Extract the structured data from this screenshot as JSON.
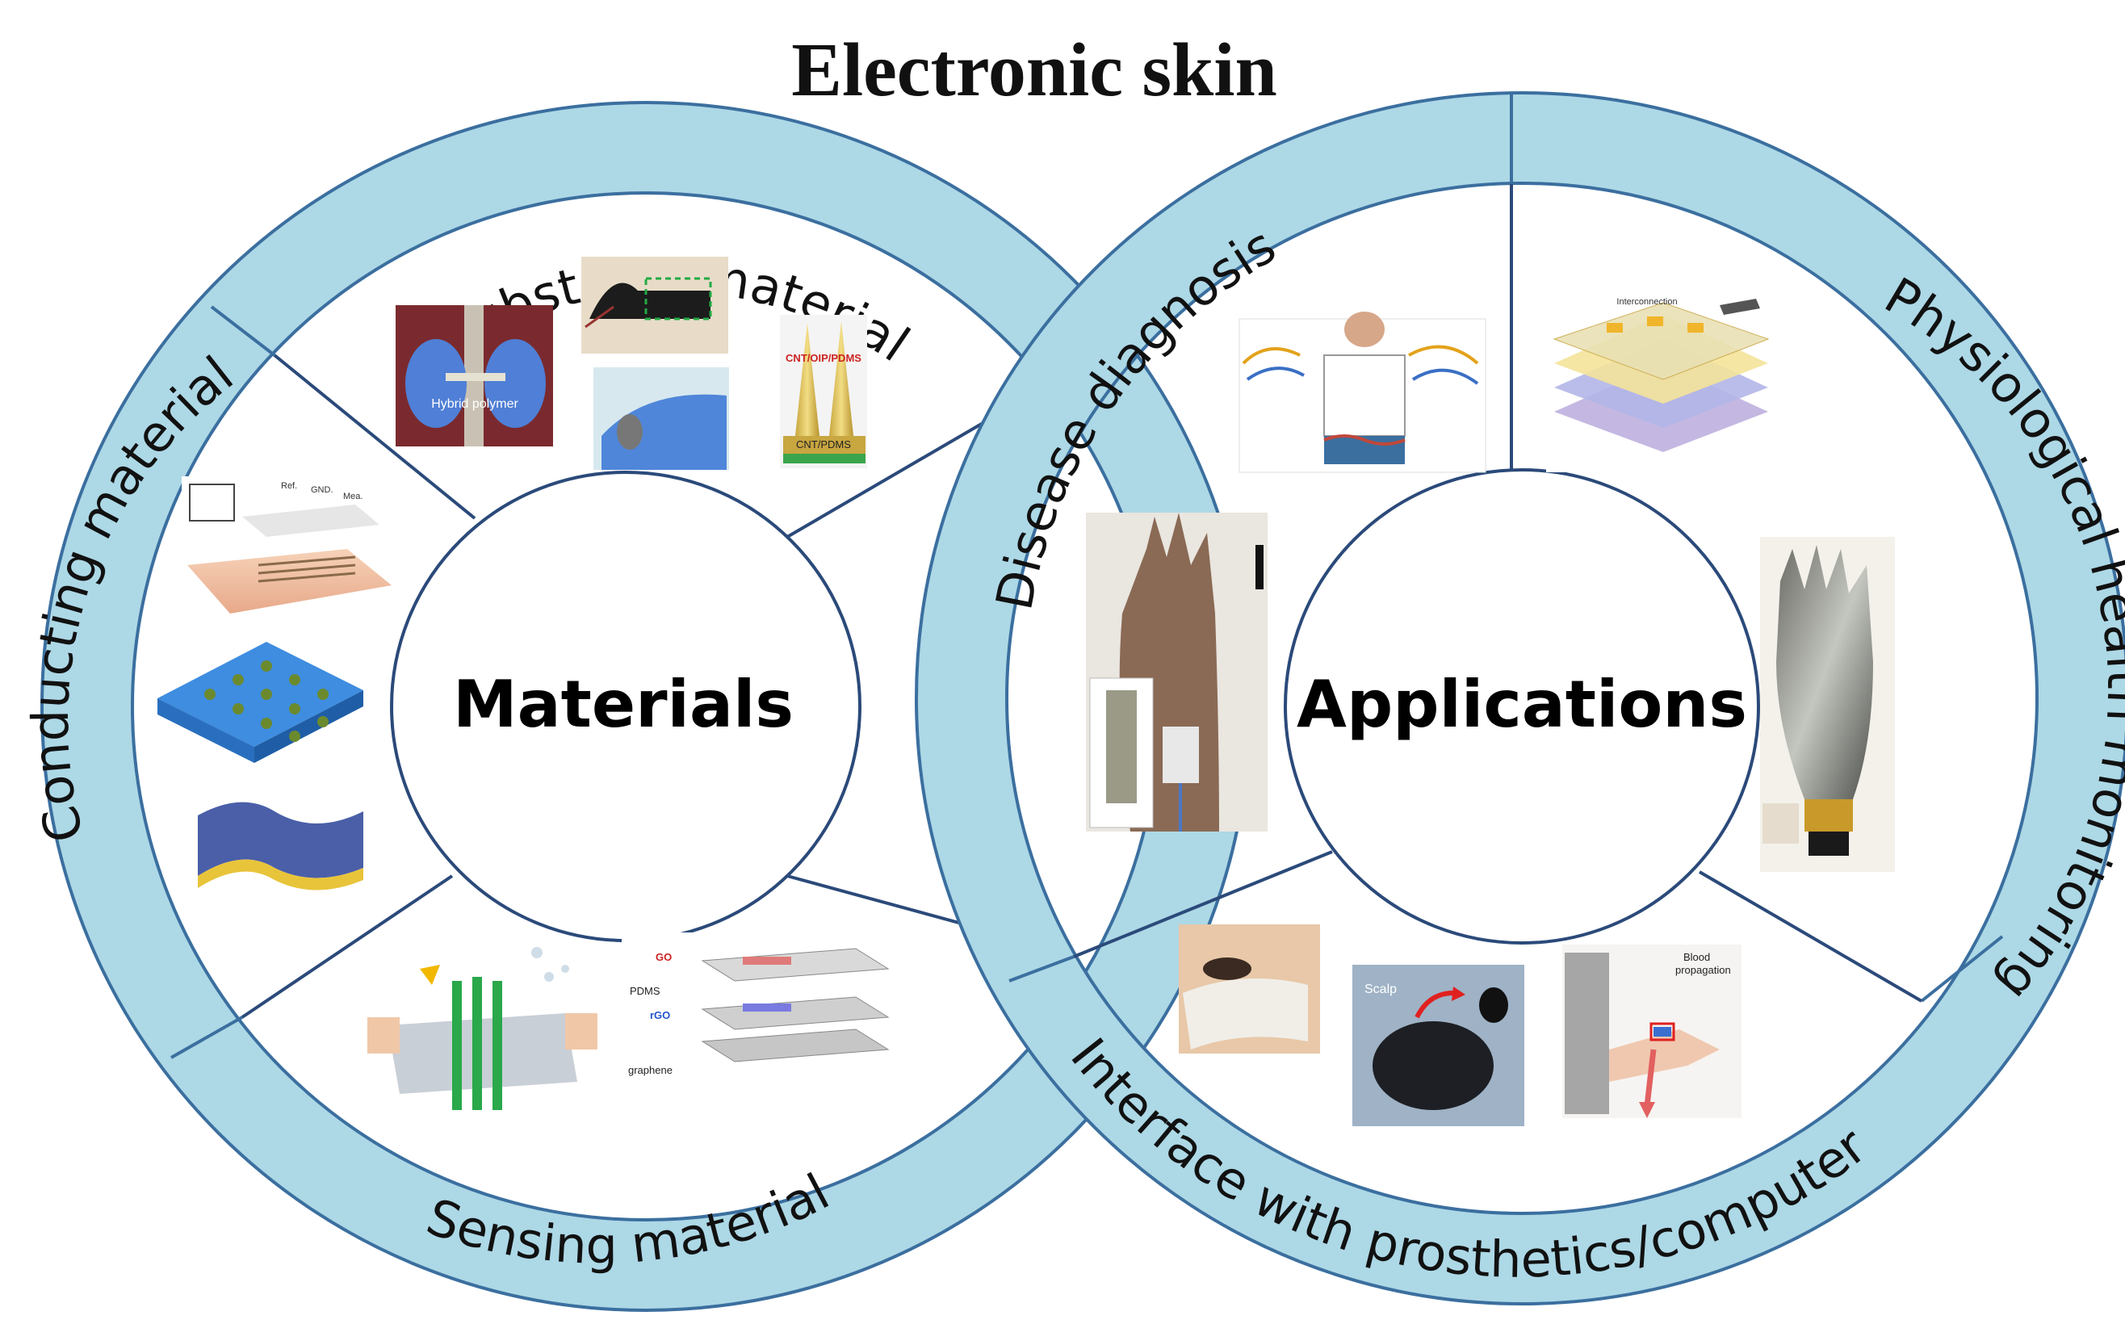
{
  "title": "Electronic skin",
  "colors": {
    "ring_fill": "#add8e6",
    "ring_stroke": "#3b6f9f",
    "divider": "#2b4a7a",
    "background": "#ffffff"
  },
  "left_circle": {
    "center_label": "Materials",
    "sections": [
      {
        "label": "Substrate material"
      },
      {
        "label": "Conducting material"
      },
      {
        "label": "Sensing material"
      }
    ],
    "image_labels": {
      "hybrid_polymer": "Hybrid polymer",
      "cnt_top": "CNT/OIP/PDMS",
      "cnt_bottom": "CNT/PDMS",
      "go": "GO",
      "pdms": "PDMS",
      "rgo": "rGO",
      "graphene": "graphene",
      "ref": "Ref.",
      "gnd": "GND.",
      "mea": "Mea."
    }
  },
  "right_circle": {
    "center_label": "Applications",
    "sections": [
      {
        "label": "Disease diagnosis"
      },
      {
        "label": "Physiological health monitoring"
      },
      {
        "label": "Interface with prosthetics/computer"
      }
    ],
    "image_labels": {
      "interconnection": "Interconnection",
      "scalp": "Scalp",
      "blood_propagation_1": "Blood",
      "blood_propagation_2": "propagation"
    }
  }
}
